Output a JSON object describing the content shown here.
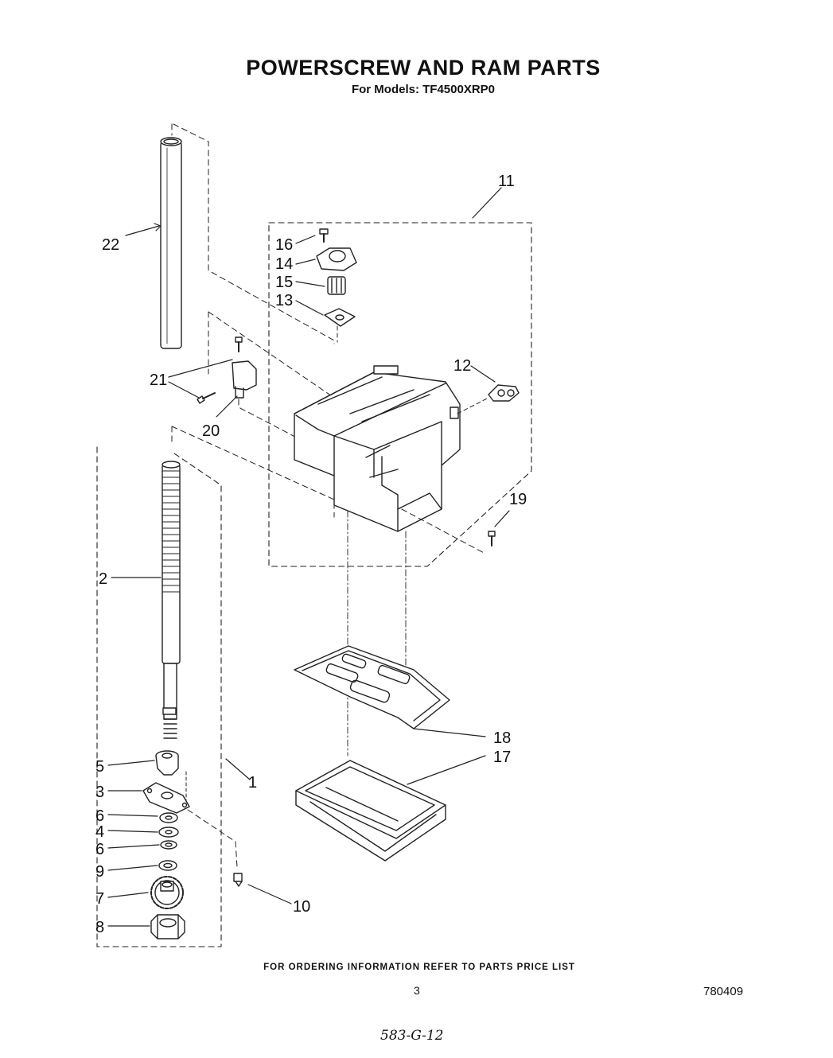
{
  "header": {
    "title": "POWERSCREW AND RAM PARTS",
    "subtitle": "For Models: TF4500XRP0"
  },
  "callouts": [
    "22",
    "21",
    "20",
    "16",
    "14",
    "15",
    "13",
    "11",
    "12",
    "19",
    "2",
    "5",
    "3",
    "6",
    "4",
    "6",
    "9",
    "7",
    "8",
    "1",
    "10",
    "18",
    "17"
  ],
  "footer": {
    "ordering_note": "FOR ORDERING INFORMATION REFER TO PARTS PRICE LIST",
    "page_number": "3",
    "document_number": "780409",
    "handwritten_note": "583-G-12"
  }
}
